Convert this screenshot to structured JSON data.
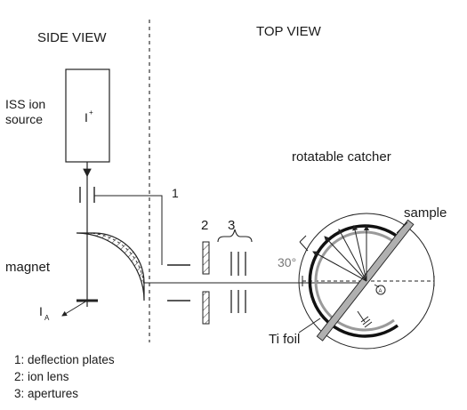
{
  "views": {
    "side": "SIDE VIEW",
    "top": "TOP VIEW"
  },
  "source": {
    "line1": "ISS ion",
    "line2": "source",
    "ion": "I",
    "ion_sup": "+"
  },
  "labels": {
    "plates_num": "1",
    "lens_num": "2",
    "apertures_num": "3",
    "magnet": "magnet",
    "current": "I",
    "current_sub": "A",
    "catcher": "rotatable catcher",
    "sample": "sample",
    "angle": "30°",
    "foil": "Ti foil",
    "circle_marker": "A"
  },
  "legend": [
    "1: deflection plates",
    "2: ion lens",
    "3: apertures"
  ]
}
